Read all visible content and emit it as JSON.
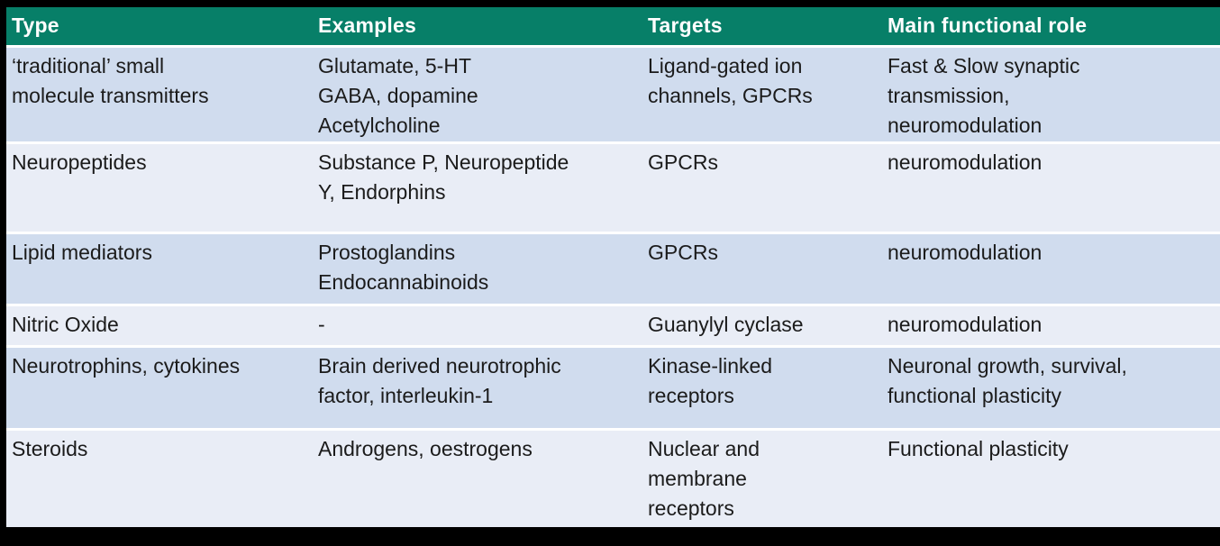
{
  "chart_data": {
    "type": "table",
    "columns": [
      "Type",
      "Examples",
      "Targets",
      "Main functional role"
    ],
    "rows": [
      [
        "‘traditional’ small\nmolecule transmitters",
        "Glutamate, 5-HT\nGABA, dopamine\nAcetylcholine",
        "Ligand-gated ion\nchannels, GPCRs",
        "Fast & Slow synaptic\ntransmission,\nneuromodulation"
      ],
      [
        "Neuropeptides",
        "Substance P, Neuropeptide\nY, Endorphins",
        "GPCRs",
        "neuromodulation"
      ],
      [
        "Lipid mediators",
        "Prostoglandins\nEndocannabinoids",
        "GPCRs",
        "neuromodulation"
      ],
      [
        "Nitric Oxide",
        "-",
        "Guanylyl cyclase",
        "neuromodulation"
      ],
      [
        "Neurotrophins, cytokines",
        "Brain derived neurotrophic\nfactor, interleukin-1",
        "Kinase-linked\nreceptors",
        "Neuronal growth, survival,\nfunctional plasticity"
      ],
      [
        "Steroids",
        "Androgens, oestrogens",
        "Nuclear and\nmembrane\nreceptors",
        "Functional plasticity"
      ]
    ],
    "layout": {
      "legend": "none",
      "grid": "horizontal white separators",
      "header_position": "top"
    }
  },
  "style": {
    "header_bg": "#077f68",
    "header_text": "#ffffff",
    "row_bg_dark": "#d0dcee",
    "row_bg_light": "#e9edf6",
    "body_text": "#1b1b1b",
    "separator": "#ffffff",
    "frame_bg": "#000000"
  }
}
